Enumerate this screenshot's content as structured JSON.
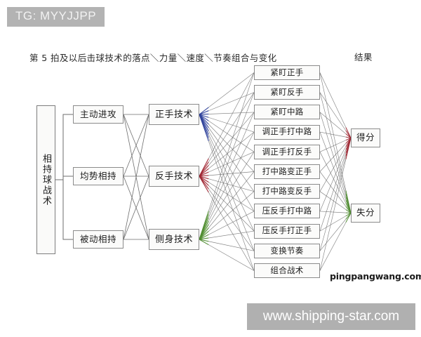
{
  "watermarks": {
    "telegram": "TG: MYYJJPP",
    "site_bar": "www.shipping-star.com",
    "site_text": "pingpangwang.com"
  },
  "headings": {
    "main": "第 5 拍及以后击球技术的落点＼力量＼速度＼节奏组合与变化",
    "result": "结果"
  },
  "root": {
    "label": "相持球战术"
  },
  "states": [
    {
      "label": "主动进攻"
    },
    {
      "label": "均势相持"
    },
    {
      "label": "被动相持"
    }
  ],
  "techniques": [
    {
      "label": "正手技术",
      "color": "#2b3f9e"
    },
    {
      "label": "反手技术",
      "color": "#a31f2c"
    },
    {
      "label": "侧身技术",
      "color": "#4c8f2a"
    }
  ],
  "tactics": [
    {
      "label": "紧盯正手"
    },
    {
      "label": "紧盯反手"
    },
    {
      "label": "紧盯中路"
    },
    {
      "label": "调正手打中路"
    },
    {
      "label": "调正手打反手"
    },
    {
      "label": "打中路变正手"
    },
    {
      "label": "打中路变反手"
    },
    {
      "label": "压反手打中路"
    },
    {
      "label": "压反手打正手"
    },
    {
      "label": "变换节奏"
    },
    {
      "label": "组合战术"
    }
  ],
  "results": [
    {
      "label": "得分"
    },
    {
      "label": "失分"
    }
  ],
  "colors": {
    "line": "#6e6e6e",
    "box_border": "#8b8b8b",
    "box_fill": "#fbfbfa",
    "text": "#1c1c1c",
    "watermark_bar": "#b0b0b0",
    "forehand_fan": "#2b3f9e",
    "backhand_fan": "#a31f2c",
    "pivot_fan": "#4c8f2a"
  }
}
